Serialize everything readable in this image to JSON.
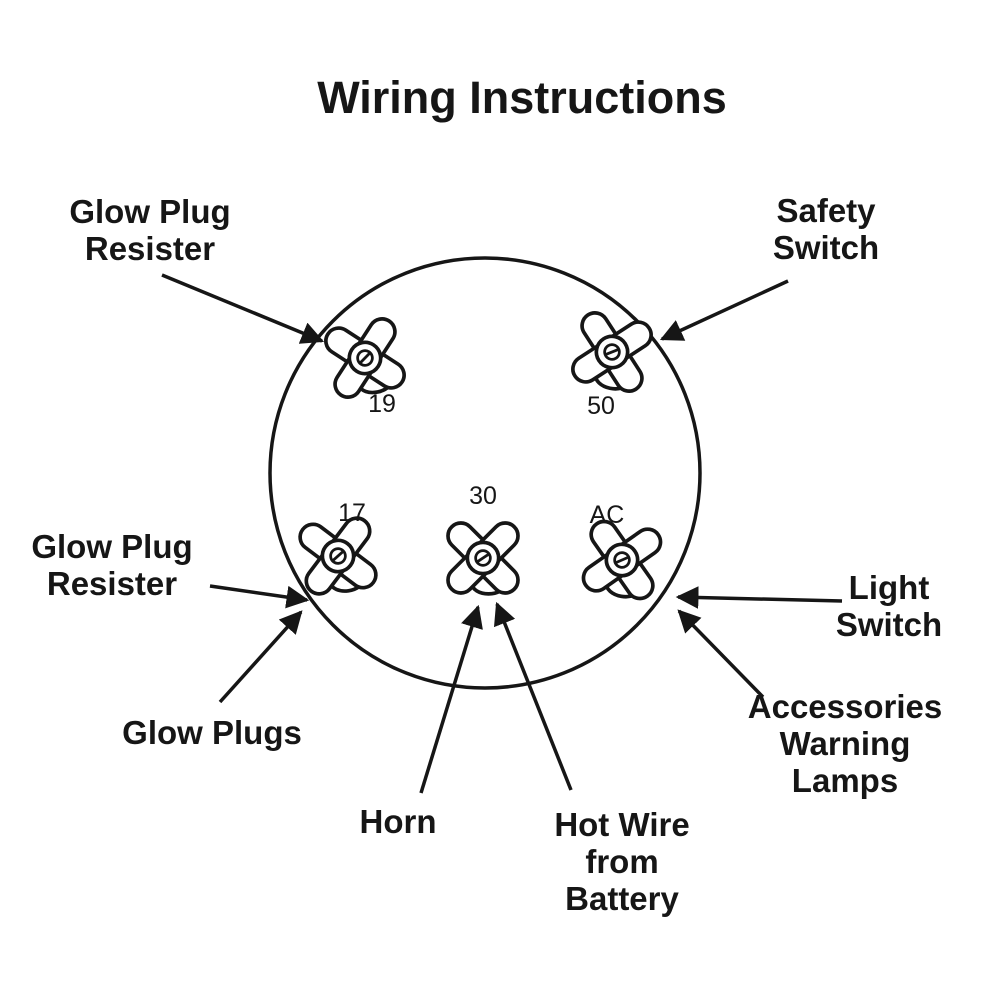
{
  "title": "Wiring Instructions",
  "labels": {
    "glow_plug_resister_top": "Glow Plug\nResister",
    "safety_switch": "Safety\nSwitch",
    "glow_plug_resister_left": "Glow Plug\nResister",
    "light_switch": "Light\nSwitch",
    "glow_plugs": "Glow Plugs",
    "accessories_warning_lamps": "Accessories\nWarning Lamps",
    "horn": "Horn",
    "hot_wire_from_battery": "Hot Wire\nfrom\nBattery"
  },
  "terminals": [
    {
      "label": "19"
    },
    {
      "label": "50"
    },
    {
      "label": "17"
    },
    {
      "label": "30"
    },
    {
      "label": "AC"
    }
  ],
  "colors": {
    "ink": "#161616",
    "background": "#ffffff"
  }
}
